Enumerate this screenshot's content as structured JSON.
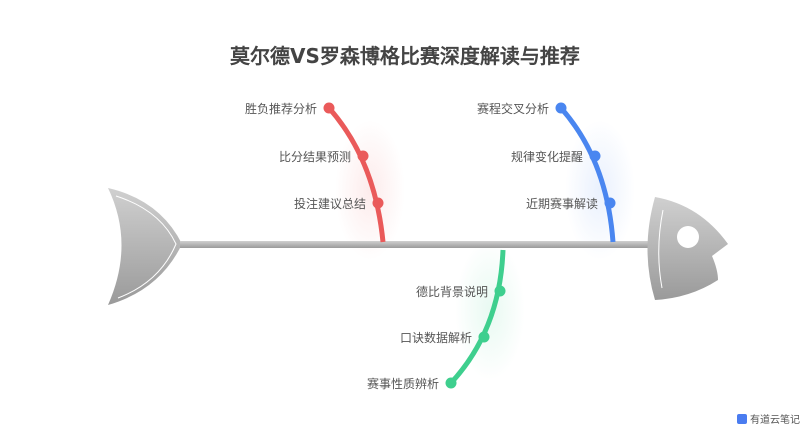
{
  "title": "莫尔德VS罗森博格比赛深度解读与推荐",
  "branches": [
    {
      "color": "#ea5a5a",
      "items": [
        "胜负推荐分析",
        "比分结果预测",
        "投注建议总结"
      ]
    },
    {
      "color": "#4a86f0",
      "items": [
        "赛程交叉分析",
        "规律变化提醒",
        "近期赛事解读"
      ]
    },
    {
      "color": "#3ecf8e",
      "items": [
        "德比背景说明",
        "口诀数据解析",
        "赛事性质辨析"
      ]
    }
  ],
  "watermark": "有道云笔记"
}
